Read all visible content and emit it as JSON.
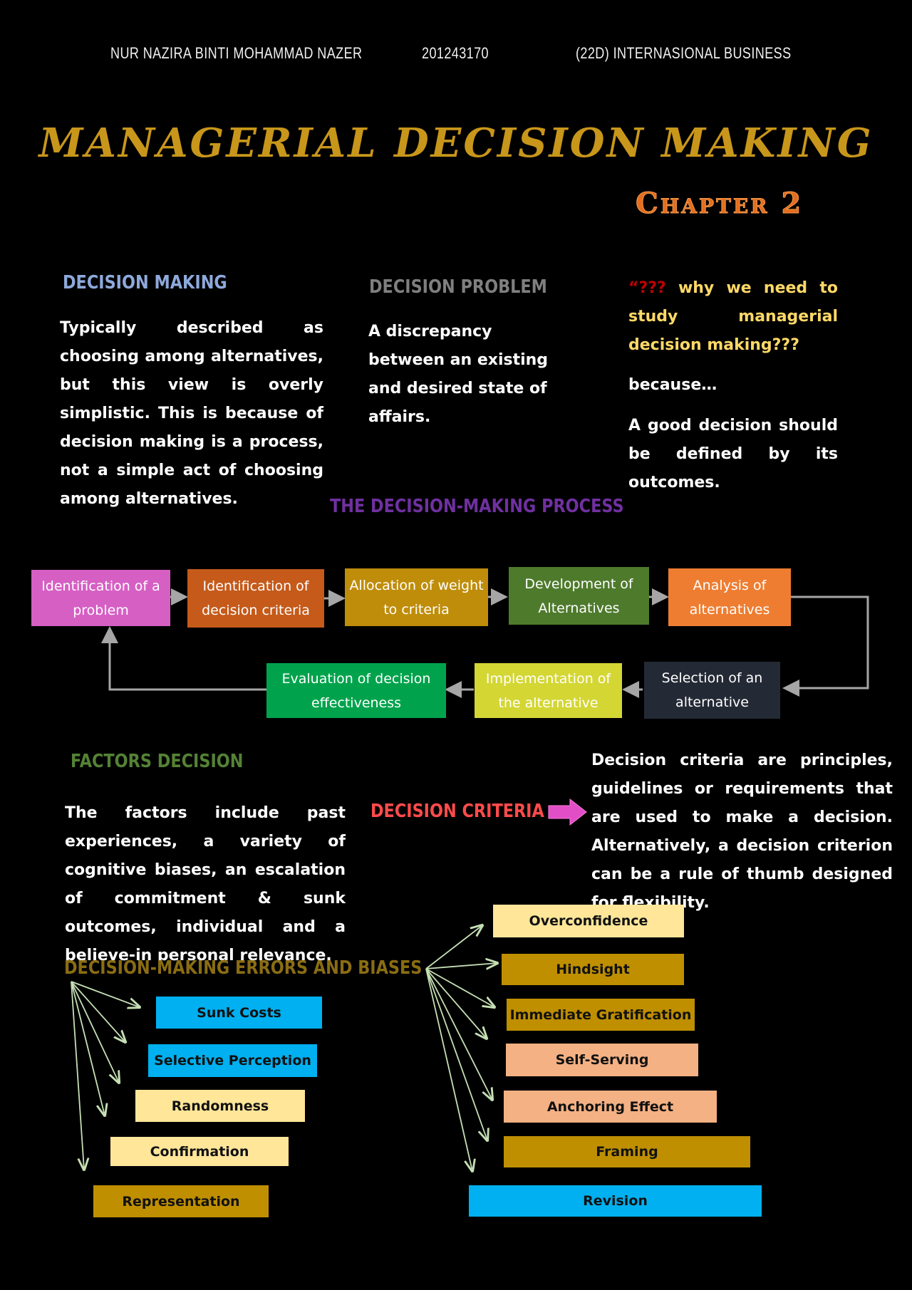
{
  "header": {
    "name": "NUR NAZIRA BINTI MOHAMMAD NAZER",
    "id": "201243170",
    "course": "(22D) INTERNASIONAL BUSINESS"
  },
  "title": "MANAGERIAL DECISION MAKING",
  "chapter": "Chapter 2",
  "decision_making": {
    "heading": "DECISION MAKING",
    "body": "Typically described as choosing among alternatives, but this view is overly simplistic. This is because of decision making is a process, not a simple act of choosing among alternatives."
  },
  "decision_problem": {
    "heading": "DECISION PROBLEM",
    "body": "A discrepancy between an existing and desired state of affairs."
  },
  "why": {
    "question_marks": "“???",
    "question": " why we need to study managerial decision making???",
    "because": "because…",
    "answer": "A good decision should be defined by its outcomes."
  },
  "process": {
    "heading": "THE DECISION-MAKING PROCESS",
    "steps": [
      {
        "label": "Identification of a problem",
        "color": "#d65fc4"
      },
      {
        "label": "Identification of decision criteria",
        "color": "#c55a1a"
      },
      {
        "label": "Allocation of weight to criteria",
        "color": "#bf8d0a"
      },
      {
        "label": "Development of Alternatives",
        "color": "#4e7a2c"
      },
      {
        "label": "Analysis of alternatives",
        "color": "#ee7d31"
      },
      {
        "label": "Selection of an alternative",
        "color": "#242a35"
      },
      {
        "label": "Implementation of the alternative",
        "color": "#d4d634"
      },
      {
        "label": "Evaluation of decision effectiveness",
        "color": "#00a34c"
      }
    ]
  },
  "factors": {
    "heading": "FACTORS DECISION",
    "body": "The factors include past experiences, a variety of cognitive biases, an escalation of commitment & sunk outcomes, individual and a believe-in personal relevance."
  },
  "criteria": {
    "heading": "DECISION CRITERIA",
    "body": "Decision criteria are principles, guidelines or requirements that are used to make a decision. Alternatively, a decision criterion can be a rule of thumb designed for flexibility."
  },
  "errors": {
    "heading": "DECISION-MAKING ERRORS AND BIASES",
    "left": [
      {
        "label": "Sunk Costs",
        "color": "#00b0f0"
      },
      {
        "label": "Selective Perception",
        "color": "#00b0f0"
      },
      {
        "label": "Randomness",
        "color": "#ffe699"
      },
      {
        "label": "Confirmation",
        "color": "#ffe699"
      },
      {
        "label": "Representation",
        "color": "#bf8f00"
      }
    ],
    "right": [
      {
        "label": "Overconfidence",
        "color": "#ffe699"
      },
      {
        "label": "Hindsight",
        "color": "#bf8f00"
      },
      {
        "label": "Immediate Gratification",
        "color": "#bf8f00"
      },
      {
        "label": "Self-Serving",
        "color": "#f4b183"
      },
      {
        "label": "Anchoring Effect",
        "color": "#f4b183"
      },
      {
        "label": "Framing",
        "color": "#bf8f00"
      },
      {
        "label": "Revision",
        "color": "#00b0f0"
      }
    ]
  },
  "colors": {
    "title": "#c8961a",
    "chapter": "#e56d1f",
    "decision_making_heading": "#8ea9db",
    "decision_problem_heading": "#7f7f7f",
    "why_marks": "#c00000",
    "why_text": "#ffd966",
    "process_heading": "#7030a0",
    "factors_heading": "#548235",
    "criteria_heading": "#ff4b4b",
    "errors_heading": "#8a6d12",
    "arrow_pink": "#e24ec6",
    "connector": "#a6a6a6",
    "bias_arrows": "#c5e0b4"
  }
}
